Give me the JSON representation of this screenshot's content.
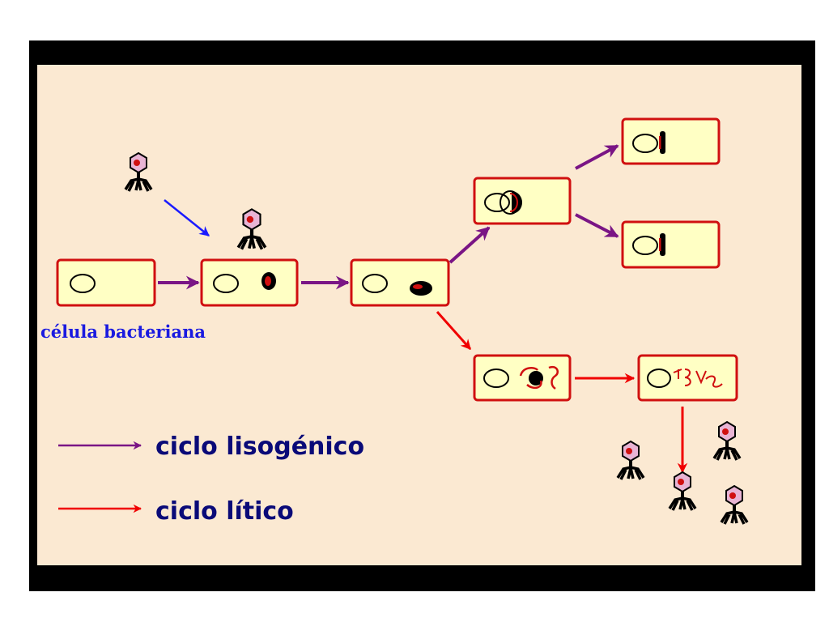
{
  "cell_label": "célula bacteriana",
  "legend": {
    "lysogenic": "ciclo lisogénico",
    "lytic": "ciclo lítico"
  },
  "colors": {
    "background": "#fbe9d2",
    "frame": "#000000",
    "cell_fill": "#ffffc4",
    "cell_border": "#d01010",
    "lysogenic_arrow": "#7a1585",
    "lytic_arrow": "#f00000",
    "infection_arrow": "#1a1aff",
    "label_text": "#1a1ae0",
    "legend_text": "#0a0a78"
  }
}
